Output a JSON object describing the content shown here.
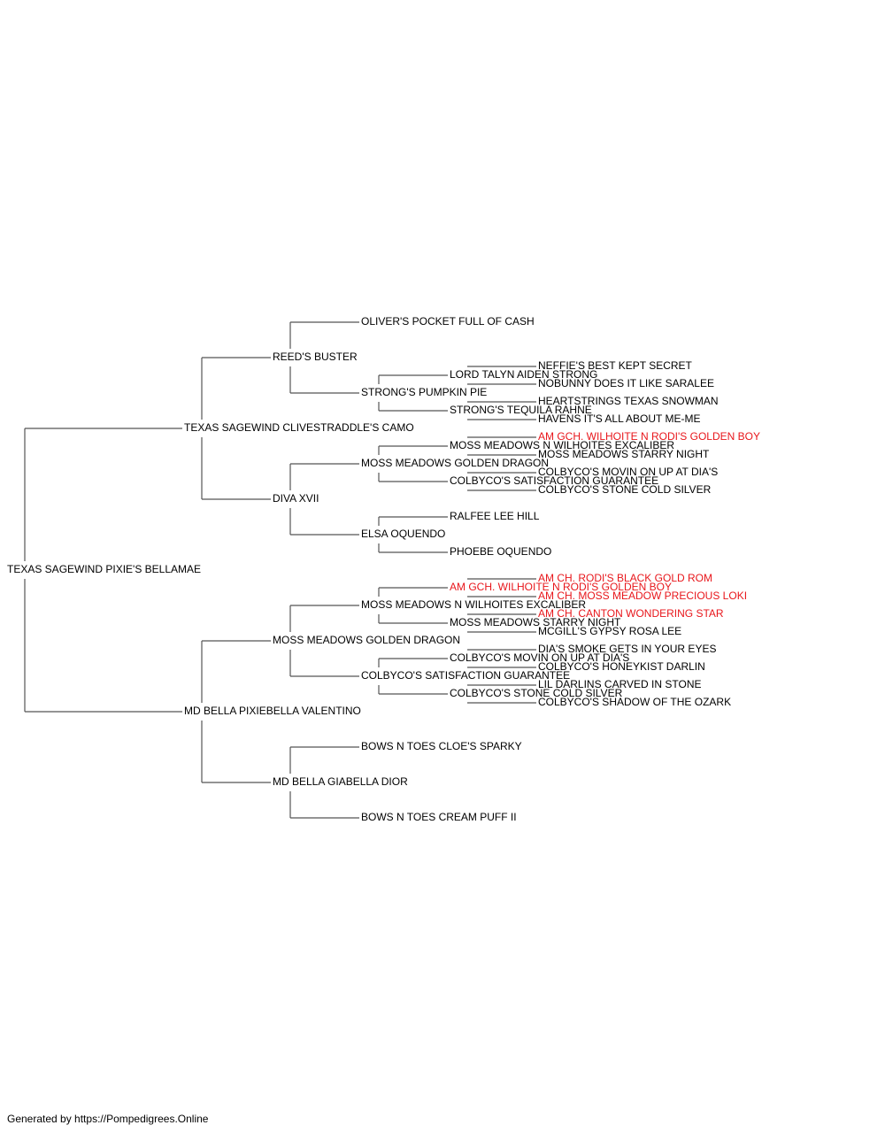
{
  "colors": {
    "line": "#555555",
    "text": "#000000",
    "titled": "#e8161b"
  },
  "footer": "Generated by https://Pompedigrees.Online",
  "pedigree": {
    "name": "TEXAS SAGEWIND PIXIE'S BELLAMAE",
    "sire": {
      "name": "TEXAS SAGEWIND CLIVESTRADDLE'S CAMO",
      "sire": {
        "name": "REED'S BUSTER",
        "sire": {
          "name": "OLIVER'S POCKET FULL OF CASH"
        },
        "dam": {
          "name": "STRONG'S PUMPKIN PIE",
          "sire": {
            "name": "LORD TALYN AIDEN STRONG",
            "sire": {
              "name": "NEFFIE'S BEST KEPT SECRET"
            },
            "dam": {
              "name": "NOBUNNY DOES IT LIKE SARALEE"
            }
          },
          "dam": {
            "name": "STRONG'S TEQUILA RAHNE",
            "sire": {
              "name": "HEARTSTRINGS TEXAS SNOWMAN"
            },
            "dam": {
              "name": "HAVENS IT'S ALL ABOUT ME-ME"
            }
          }
        }
      },
      "dam": {
        "name": "DIVA XVII",
        "sire": {
          "name": "MOSS MEADOWS GOLDEN DRAGON",
          "sire": {
            "name": "MOSS MEADOWS N WILHOITES EXCALIBER",
            "sire": {
              "name": "AM GCH. WILHOITE N RODI'S GOLDEN BOY",
              "titled": true
            },
            "dam": {
              "name": "MOSS MEADOWS STARRY NIGHT"
            }
          },
          "dam": {
            "name": "COLBYCO'S SATISFACTION GUARANTEE",
            "sire": {
              "name": "COLBYCO'S MOVIN ON UP AT DIA'S"
            },
            "dam": {
              "name": "COLBYCO'S STONE COLD SILVER"
            }
          }
        },
        "dam": {
          "name": "ELSA OQUENDO",
          "sire": {
            "name": "RALFEE LEE HILL"
          },
          "dam": {
            "name": "PHOEBE OQUENDO"
          }
        }
      }
    },
    "dam": {
      "name": "MD BELLA PIXIEBELLA VALENTINO",
      "sire": {
        "name": "MOSS MEADOWS GOLDEN DRAGON",
        "sire": {
          "name": "MOSS MEADOWS N WILHOITES EXCALIBER",
          "sire": {
            "name": "AM GCH. WILHOITE N RODI'S GOLDEN BOY",
            "titled": true,
            "sire": {
              "name": "AM CH. RODI'S BLACK GOLD ROM",
              "titled": true
            },
            "dam": {
              "name": "AM CH. MOSS MEADOW PRECIOUS LOKI",
              "titled": true
            }
          },
          "dam": {
            "name": "MOSS MEADOWS STARRY NIGHT",
            "sire": {
              "name": "AM CH. CANTON WONDERING STAR",
              "titled": true
            },
            "dam": {
              "name": "MCGILL'S GYPSY ROSA LEE"
            }
          }
        },
        "dam": {
          "name": "COLBYCO'S SATISFACTION GUARANTEE",
          "sire": {
            "name": "COLBYCO'S MOVIN ON UP AT DIA'S",
            "sire": {
              "name": "DIA'S SMOKE GETS IN YOUR EYES"
            },
            "dam": {
              "name": "COLBYCO'S HONEYKIST DARLIN"
            }
          },
          "dam": {
            "name": "COLBYCO'S STONE COLD SILVER",
            "sire": {
              "name": "LIL DARLINS CARVED IN STONE"
            },
            "dam": {
              "name": "COLBYCO'S SHADOW OF THE OZARK"
            }
          }
        }
      },
      "dam": {
        "name": "MD BELLA GIABELLA DIOR",
        "sire": {
          "name": "BOWS N TOES CLOE'S SPARKY"
        },
        "dam": {
          "name": "BOWS N TOES CREAM PUFF II"
        }
      }
    }
  }
}
